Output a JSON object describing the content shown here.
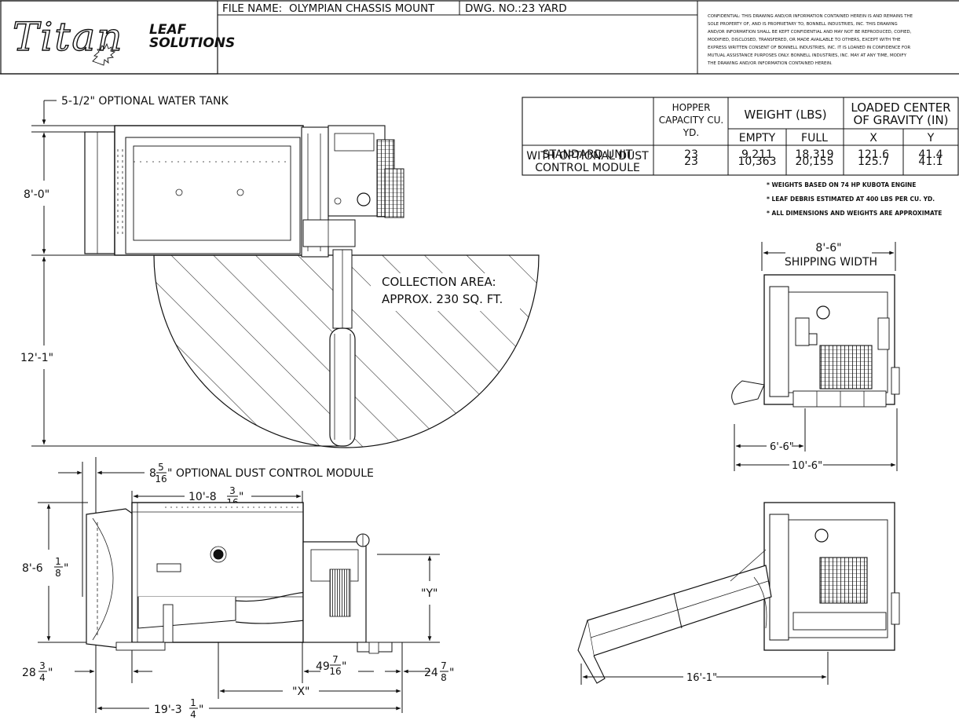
{
  "title_block": {
    "logo_word": "Titan",
    "logo_leaf": "LEAF",
    "logo_solutions": "SOLUTIONS",
    "file_name_label": "FILE NAME:",
    "file_name_value": "OLYMPIAN CHASSIS MOUNT",
    "dwg_label": "DWG. NO.:",
    "dwg_value": "23 YARD",
    "confidential_lines": [
      "CONFIDENTIAL: THIS DRAWING AND/OR INFORMATION CONTAINED HEREIN IS AND REMAINS THE",
      "SOLE PROPERTY OF, AND IS PROPRIETARY TO, BONNELL INDUSTRIES, INC. THIS DRAWING",
      "AND/OR INFORMATION SHALL BE KEPT CONFIDENTIAL AND MAY NOT BE REPRODUCED, COPIED,",
      "MODIFIED, DISCLOSED, TRANSFERED, OR MADE AVAILABLE TO OTHERS, EXCEPT WITH THE",
      "EXPRESS WRITTEN CONSENT OF BONNELL INDUSTRIES, INC. IT IS LOANED IN CONFIDENCE FOR",
      "MUTUAL ASSISTANCE PURPOSES ONLY. BONNELL INDUSTRIES, INC. MAY AT ANY TIME, MODIFY",
      "THE DRAWING AND/OR INFORMATION CONTAINED HEREIN."
    ]
  },
  "spec_table": {
    "hopper_header": [
      "HOPPER",
      "CAPACITY CU.",
      "YD."
    ],
    "weight_header": "WEIGHT (LBS)",
    "empty_header": "EMPTY",
    "full_header": "FULL",
    "cog_header": [
      "LOADED CENTER",
      "OF GRAVITY (IN)"
    ],
    "x_header": "X",
    "y_header": "Y",
    "rows": [
      {
        "label": [
          "STANDARD UNIT"
        ],
        "capacity": "23",
        "empty": "9,211",
        "full": "18,319",
        "x": "121.6",
        "y": "41.4"
      },
      {
        "label": [
          "WITH OPTIONAL DUST",
          "CONTROL MODULE"
        ],
        "capacity": "23",
        "empty": "10,363",
        "full": "20,155",
        "x": "125.7",
        "y": "41.1"
      }
    ],
    "notes": [
      "* WEIGHTS BASED ON 74 HP KUBOTA ENGINE",
      "* LEAF DEBRIS ESTIMATED AT 400 LBS PER CU. YD.",
      "* ALL DIMENSIONS AND WEIGHTS ARE APPROXIMATE"
    ]
  },
  "top_view": {
    "water_tank": "5-1/2\" OPTIONAL WATER TANK",
    "height": "8'-0\"",
    "reach": "12'-1\"",
    "collection_line1": "COLLECTION AREA:",
    "collection_line2": "APPROX. 230 SQ. FT."
  },
  "side_view": {
    "dust_whole": "8",
    "dust_num": "5",
    "dust_den": "16",
    "dust_text": "\" OPTIONAL DUST CONTROL MODULE",
    "len_whole": "10'-8",
    "len_num": "3",
    "len_den": "16",
    "len_suffix": "\"",
    "height_whole": "8'-6",
    "height_num": "1",
    "height_den": "8",
    "height_suffix": "\"",
    "y_label": "\"Y\"",
    "x_label": "\"X\"",
    "rear_whole": "28",
    "rear_num": "3",
    "rear_den": "4",
    "rear_suffix": "\"",
    "mid_whole": "49",
    "mid_num": "7",
    "mid_den": "16",
    "mid_suffix": "\"",
    "front_whole": "24",
    "front_num": "7",
    "front_den": "8",
    "front_suffix": "\"",
    "total_whole": "19'-3",
    "total_num": "1",
    "total_den": "4",
    "total_suffix": "\""
  },
  "rear_view": {
    "shipping_dim": "8'-6\"",
    "shipping_label": "SHIPPING WIDTH",
    "inner_width": "6'-6\"",
    "outer_width": "10'-6\""
  },
  "boom_view": {
    "length": "16'-1\""
  }
}
